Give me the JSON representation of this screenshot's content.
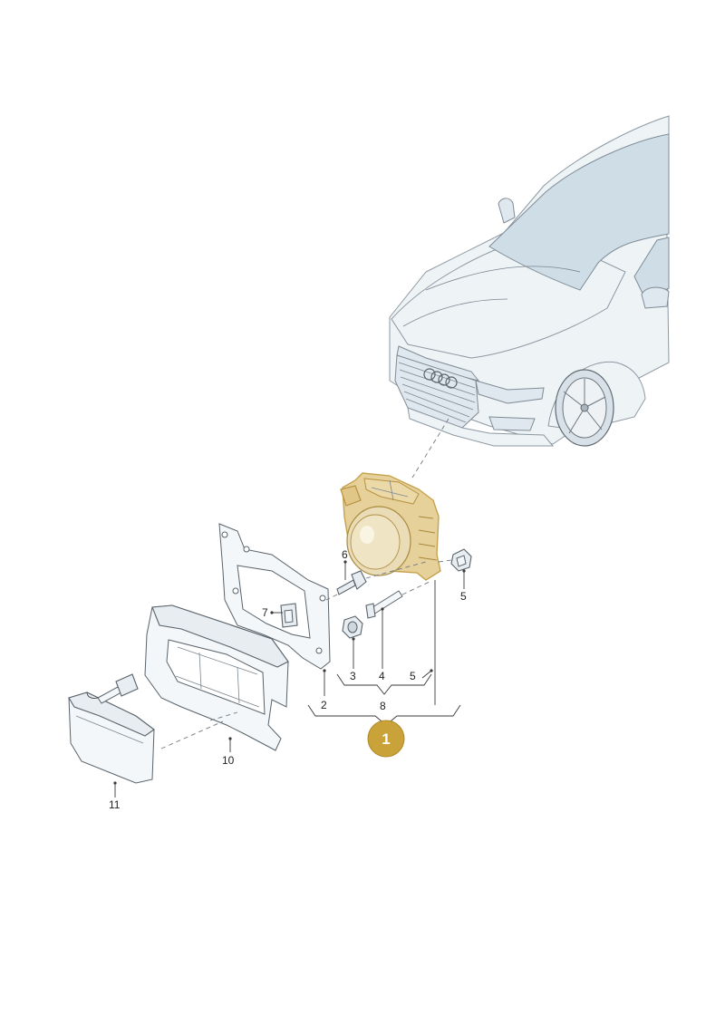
{
  "labels": {
    "l1": "1",
    "l2": "2",
    "l3": "3",
    "l4": "4",
    "l5a": "5",
    "l5b": "5",
    "l6": "6",
    "l7": "7",
    "l8": "8",
    "l10": "10",
    "l11": "11"
  },
  "colors": {
    "highlight": "#d4b25a",
    "badge": "#c9a23a",
    "line": "#3a3a3a"
  }
}
